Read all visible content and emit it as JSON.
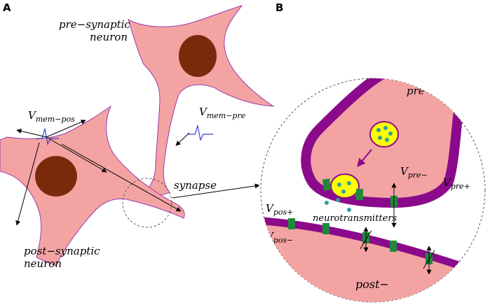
{
  "panels": {
    "a": "A",
    "b": "B"
  },
  "labels": {
    "pre_synaptic_line1": "pre−synaptic",
    "pre_synaptic_line2": "neuron",
    "post_synaptic_line1": "post−synaptic",
    "post_synaptic_line2": "neuron",
    "v_mem_pos": {
      "main": "V",
      "sub": "mem−pos"
    },
    "v_mem_pre": {
      "main": "V",
      "sub": "mem−pre"
    },
    "synapse": "synapse",
    "pre_minus": "pre−",
    "post_minus": "post−",
    "v_pre_minus": {
      "main": "V",
      "sub": "pre−"
    },
    "v_pre_plus": {
      "main": "V",
      "sub": "pre+"
    },
    "v_pos_plus": {
      "main": "V",
      "sub": "pos+"
    },
    "v_pos_minus": {
      "main": "V",
      "sub": "pos−"
    },
    "neurotransmitters": "neurotransmitters"
  },
  "colors": {
    "cell_body": "#f4a3a3",
    "nucleus": "#7a2a0a",
    "membrane": "#8b0a8b",
    "channel": "#1f8a3a",
    "vesicle": "#ffff00",
    "neurotransmitter": "#2aa39a",
    "trace": "#3344cc"
  }
}
